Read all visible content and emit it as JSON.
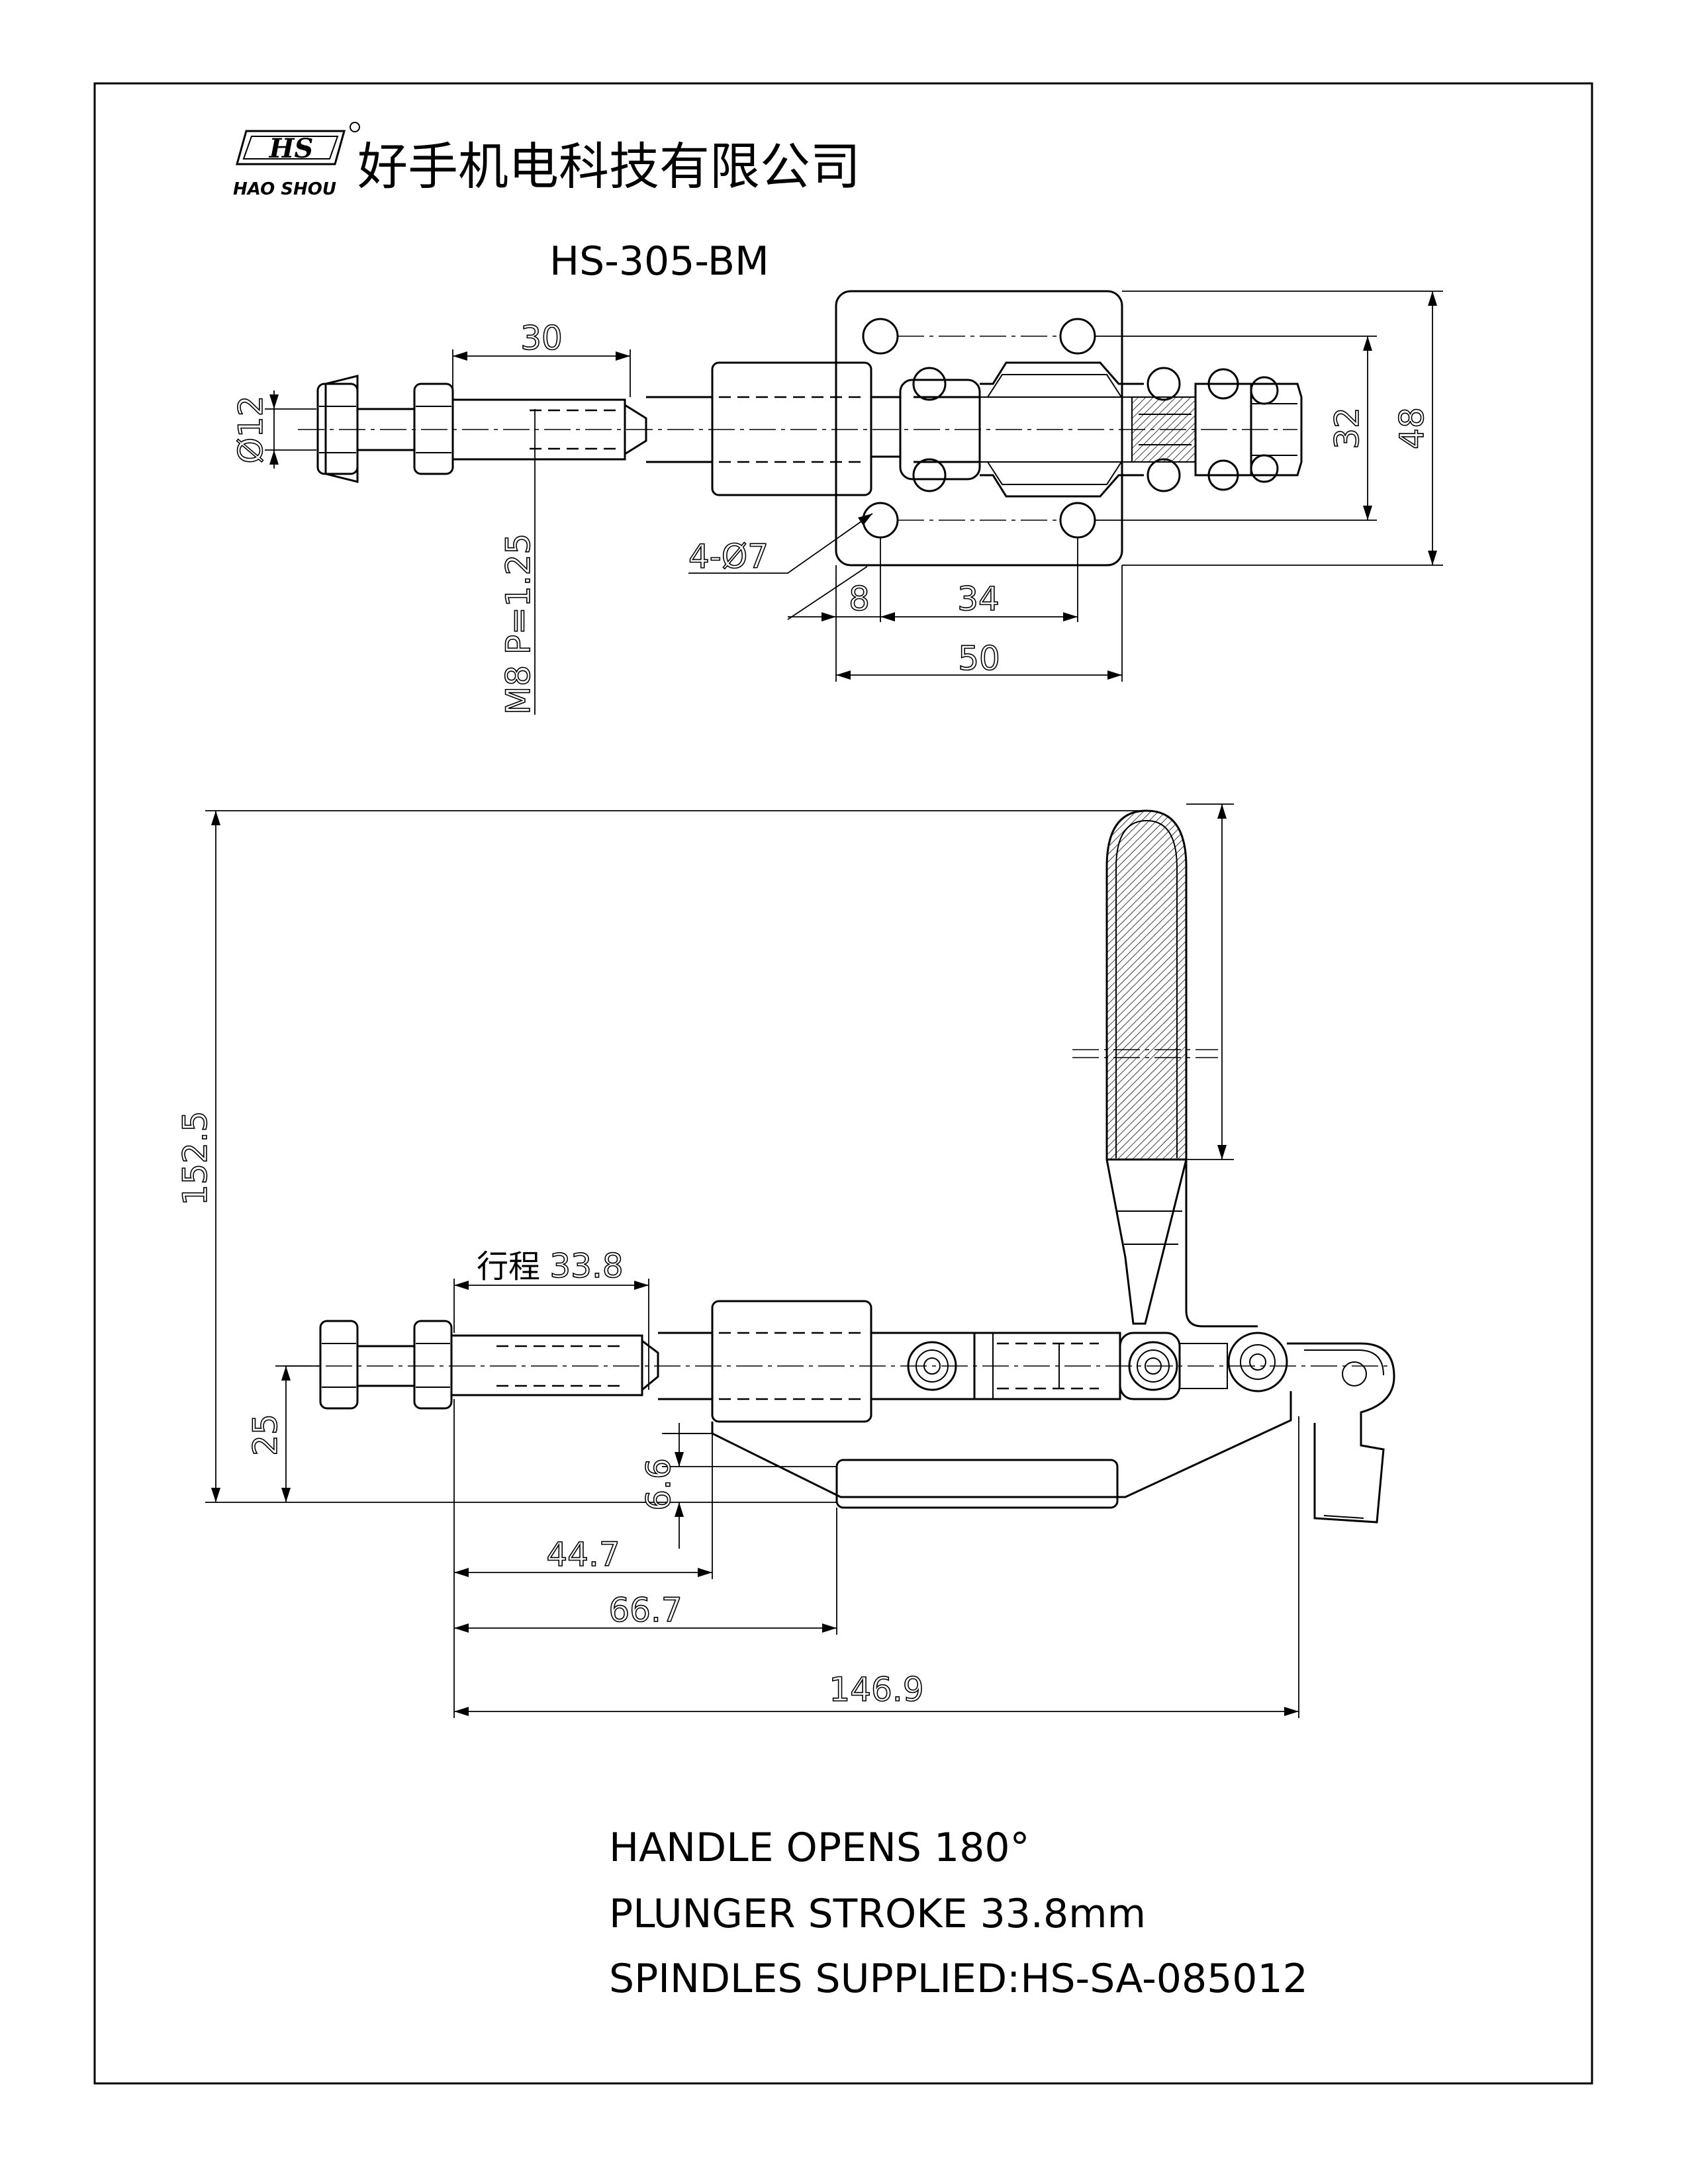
{
  "company": {
    "logo_text": "HS",
    "logo_subtext": "HAO SHOU",
    "name_cn": "好手机电科技有限公司"
  },
  "drawing": {
    "model": "HS-305-BM",
    "top_view_dims": {
      "thread_len": "30",
      "diameter": "Ø12",
      "thread": "M8  P=1.25",
      "holes": "4-Ø7",
      "hole_pitch_y": "32",
      "base_height": "48",
      "offset": "8",
      "hole_pitch_x": "34",
      "base_width": "50"
    },
    "side_view_dims": {
      "total_height": "152.5",
      "stroke_label_cn": "行程",
      "stroke": "33.8",
      "axis_height": "25",
      "plate_thickness": "6.6",
      "dim_44": "44.7",
      "dim_66": "66.7",
      "total_length": "146.9"
    }
  },
  "notes": [
    "HANDLE OPENS 180°",
    "PLUNGER STROKE 33.8mm",
    "SPINDLES SUPPLIED:HS-SA-085012"
  ]
}
